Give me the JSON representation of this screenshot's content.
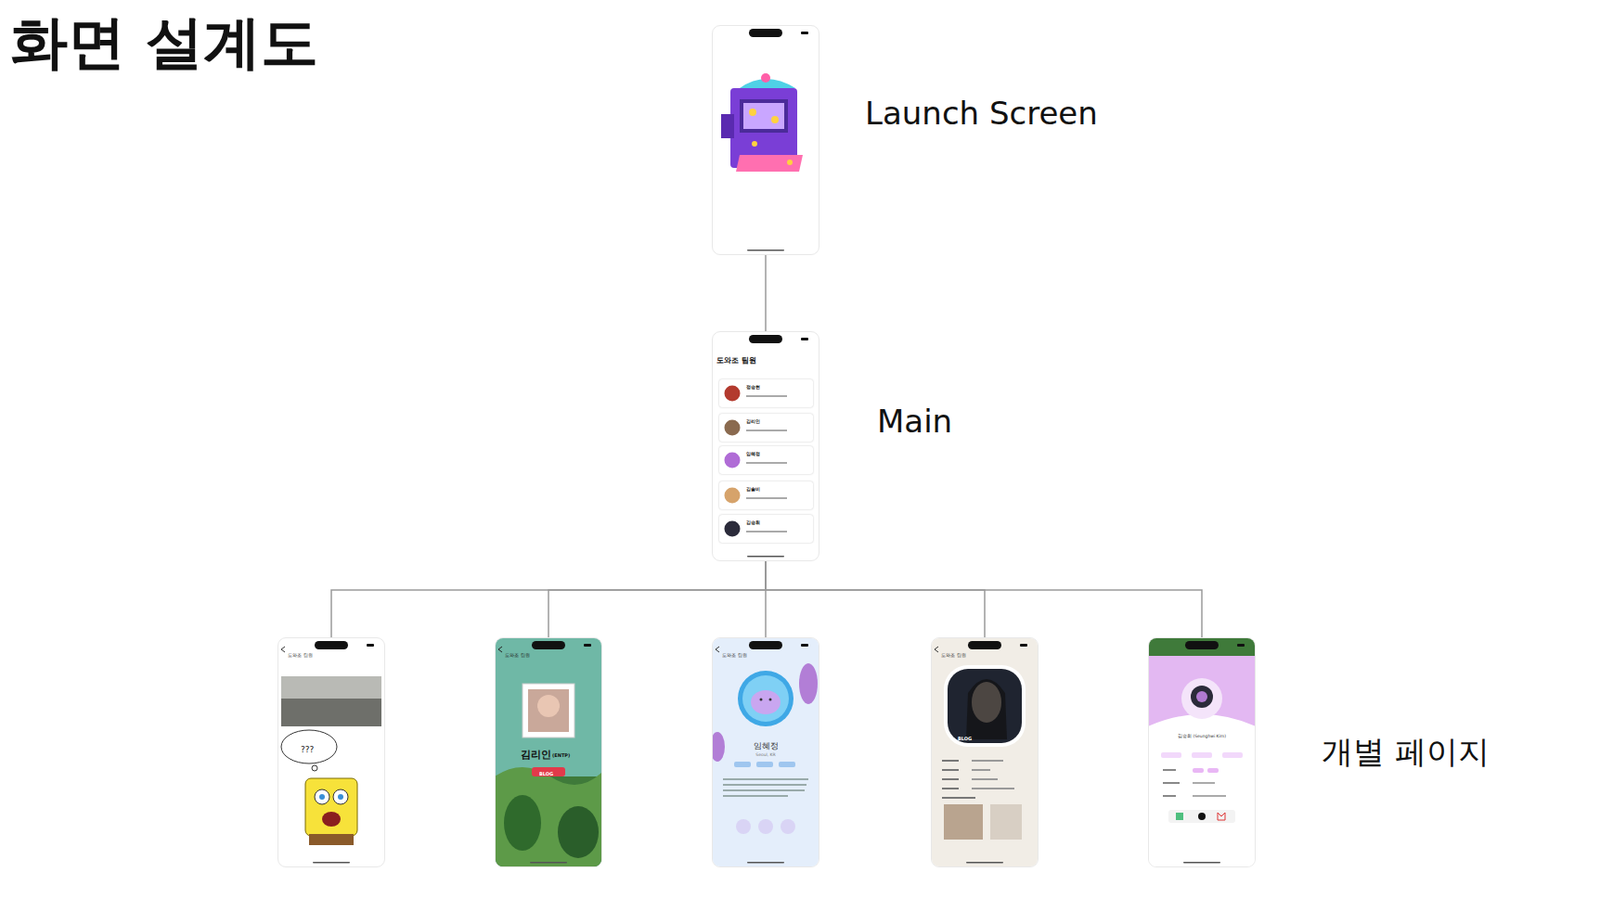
{
  "diagram": {
    "title": "화면 설계도",
    "nodes": [
      {
        "text": [
          "Launch Screen"
        ]
      },
      {
        "text": [
          "Main",
          "도와조 팀원"
        ]
      },
      {
        "text": [
          "정승현"
        ],
        "in": 1
      },
      {
        "text": [
          "김리인"
        ],
        "in": 1
      },
      {
        "text": [
          "임혜정"
        ],
        "in": 1
      },
      {
        "text": [
          "김솔비"
        ],
        "in": 1
      },
      {
        "text": [
          "김승휘"
        ],
        "in": 1
      },
      {
        "text": [
          "도와조 팀원",
          "???"
        ]
      },
      {
        "text": [
          "도와조 팀원",
          "김리인",
          "(ENTP)",
          "BLOG"
        ]
      },
      {
        "text": [
          "도와조 팀원",
          "임혜정",
          "Seoul, KR"
        ]
      },
      {
        "text": [
          "도와조 팀원",
          "BLOG"
        ]
      },
      {
        "text": [
          "김승휘 (Seunghwi Kim)"
        ]
      }
    ],
    "edges": [
      {
        "from": 0,
        "to": 1,
        "arrow": "none"
      },
      {
        "from": 1,
        "to": 7,
        "arrow": "none"
      },
      {
        "from": 1,
        "to": 8,
        "arrow": "none"
      },
      {
        "from": 1,
        "to": 9,
        "arrow": "none"
      },
      {
        "from": 1,
        "to": 10,
        "arrow": "none"
      },
      {
        "from": 1,
        "to": 11,
        "arrow": "none"
      }
    ],
    "labels": [
      "개별 페이지"
    ]
  }
}
